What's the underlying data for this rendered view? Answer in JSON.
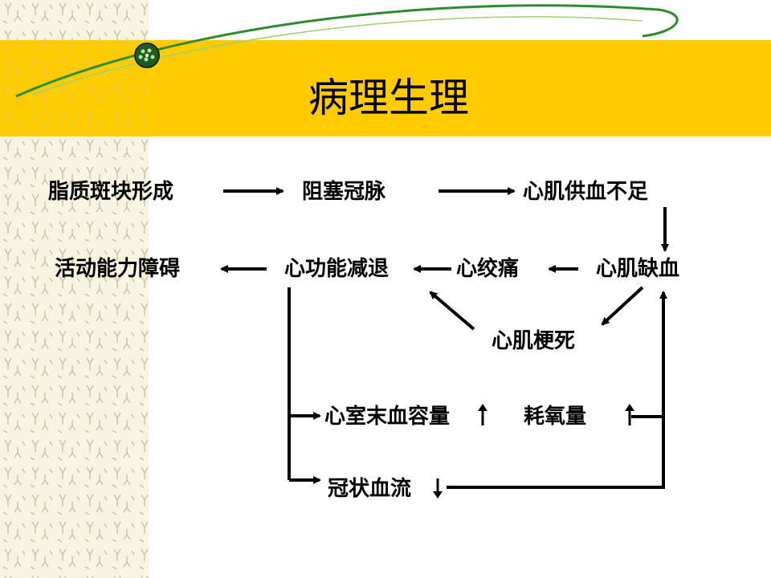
{
  "slide": {
    "title": "病理生理"
  },
  "nodes": {
    "plaque": "脂质斑块形成",
    "occlusion": "阻塞冠脉",
    "insufficient_supply": "心肌供血不足",
    "ischemia": "心肌缺血",
    "angina": "心绞痛",
    "dysfunction": "心功能减退",
    "activity": "活动能力障碍",
    "infarction": "心肌梗死",
    "edv": "心室末血容量",
    "oxygen": "耗氧量",
    "coronary_flow": "冠状血流"
  },
  "colors": {
    "title_band": "#ffcc00",
    "accent_curve": "#2e8b2e",
    "arrow": "#000000",
    "background": "#ffffff",
    "pattern": "#f7f4e1"
  }
}
